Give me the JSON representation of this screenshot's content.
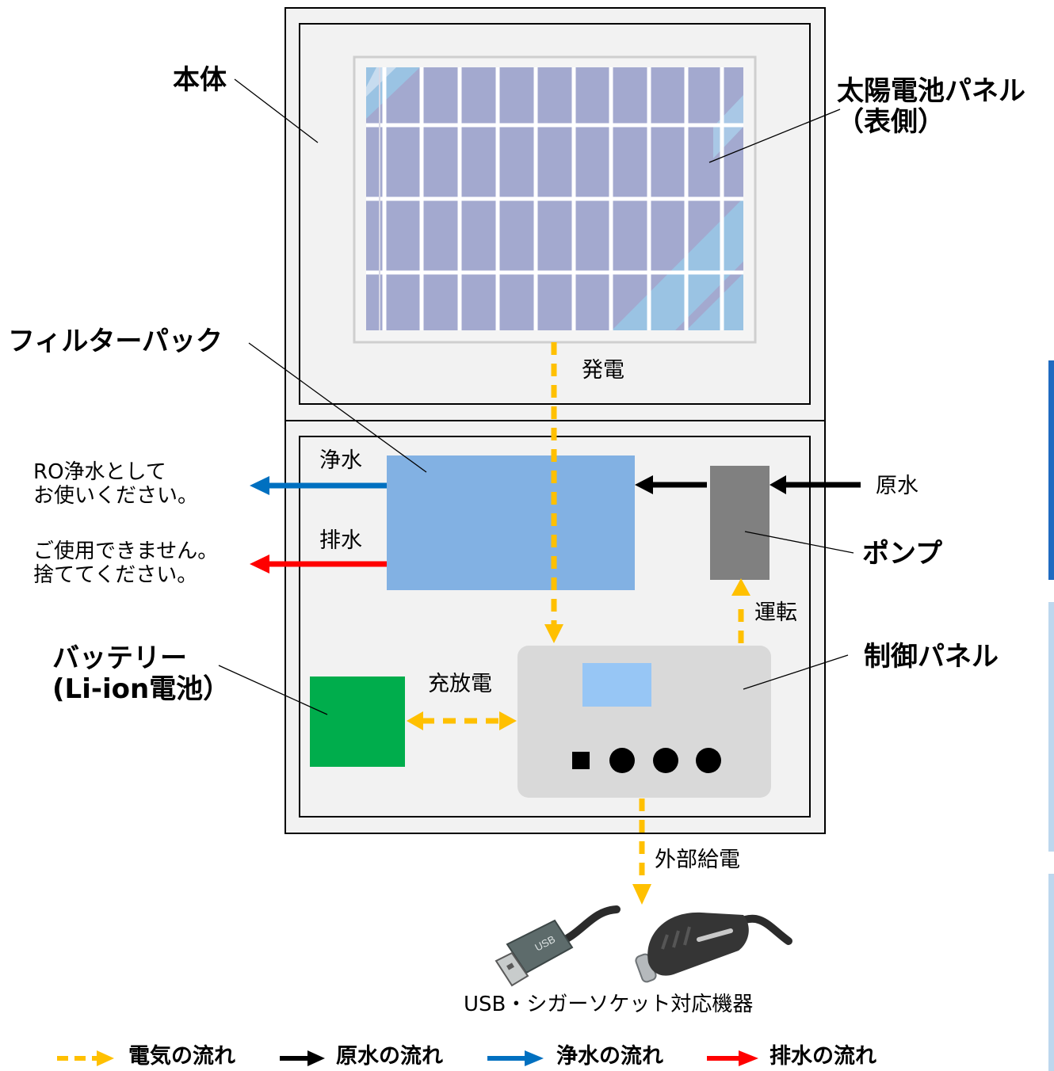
{
  "labels": {
    "body": "本体",
    "solar_panel": "太陽電池パネル\n（表側）",
    "generation": "発電",
    "filter_pack": "フィルターパック",
    "purified_water": "浄水",
    "drain_water": "排水",
    "raw_water": "原水",
    "pump": "ポンプ",
    "operation": "運転",
    "battery": "バッテリー\n(Li-ion電池）",
    "charge_discharge": "充放電",
    "control_panel": "制御パネル",
    "external_supply": "外部給電",
    "ro_note": "RO浄水として\nお使いください。",
    "drain_note": "ご使用できません。\n捨ててください。",
    "devices": "USB・シガーソケット対応機器",
    "usb_plug_text": "USB"
  },
  "legend": [
    {
      "label": "電気の流れ",
      "color": "#FFC000",
      "style": "dashed"
    },
    {
      "label": "原水の流れ",
      "color": "#000000",
      "style": "solid"
    },
    {
      "label": "浄水の流れ",
      "color": "#0070C0",
      "style": "solid"
    },
    {
      "label": "排水の流れ",
      "color": "#FF0000",
      "style": "solid"
    }
  ],
  "colors": {
    "electric": "#FFC000",
    "raw": "#000000",
    "purified": "#0070C0",
    "drain": "#FF0000",
    "filter_pack": "#82B1E3",
    "pump": "#808080",
    "battery": "#00AD4C",
    "control_panel": "#D9D9D9",
    "control_screen": "#97C6F5",
    "solar_cell": "#A3A9CF",
    "enclosure": "#F2F2F2",
    "side_tab_dark": "#1F6BC1",
    "side_tab_light": "#BDD7EE"
  }
}
